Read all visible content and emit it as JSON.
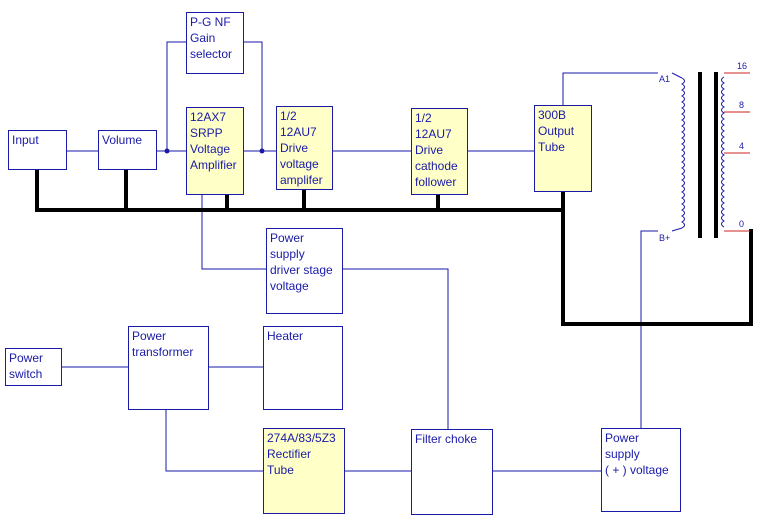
{
  "blocks": {
    "input": "Input",
    "volume": "Volume",
    "gain_selector": "P-G NF\nGain\nselector",
    "srpp": "12AX7\nSRPP\nVoltage\nAmplifier",
    "driver_amp": "1/2\n12AU7\nDrive\nvoltage\namplifer",
    "cathode_follower": "1/2\n12AU7\nDrive\ncathode\nfollower",
    "output_tube": "300B\nOutput\nTube",
    "driver_psu": "Power\nsupply\ndriver stage\nvoltage",
    "power_switch": "Power\nswitch",
    "power_transformer": "Power\ntransformer",
    "heater": "Heater",
    "rectifier": "274A/83/5Z3\nRectifier\nTube",
    "filter_choke": "Filter choke",
    "plus_psu": "Power\nsupply\n( + )  voltage"
  },
  "transformer": {
    "primary_top": "A1",
    "primary_bottom": "B+",
    "taps": [
      "16",
      "8",
      "4",
      "0"
    ]
  },
  "colors": {
    "box_border": "#1a1aa8",
    "text": "#1a1aa8",
    "tube_fill": "#ffffc8",
    "wire": "#1a1aa8",
    "ground_bus": "#000000",
    "tap_wire": "#cc2222"
  }
}
